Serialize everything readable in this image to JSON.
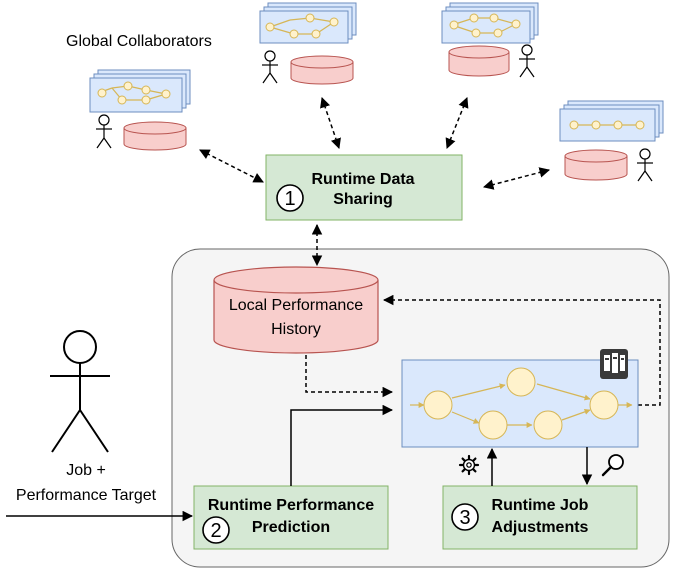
{
  "labels": {
    "global_collaborators": "Global Collaborators",
    "runtime_data_sharing_line1": "Runtime Data",
    "runtime_data_sharing_line2": "Sharing",
    "local_history_line1": "Local Performance",
    "local_history_line2": "History",
    "runtime_perf_pred_line1": "Runtime Performance",
    "runtime_perf_pred_line2": "Prediction",
    "runtime_job_adj_line1": "Runtime Job",
    "runtime_job_adj_line2": "Adjustments",
    "job_line1": "Job +",
    "job_line2": "Performance Target"
  },
  "steps": {
    "one": "1",
    "two": "2",
    "three": "3"
  },
  "colors": {
    "green_fill": "#d5e8d4",
    "green_stroke": "#82b366",
    "red_fill": "#f8cecc",
    "red_stroke": "#b85450",
    "blue_fill": "#dae8fc",
    "blue_stroke": "#6c8ebf",
    "node_fill": "#fff2cc",
    "node_stroke": "#d6b656",
    "region_fill": "#f5f5f5",
    "region_stroke": "#666666"
  },
  "icons": [
    "person-icon",
    "database-icon",
    "workflow-icon",
    "server-icon",
    "gear-icon",
    "magnifier-icon"
  ]
}
